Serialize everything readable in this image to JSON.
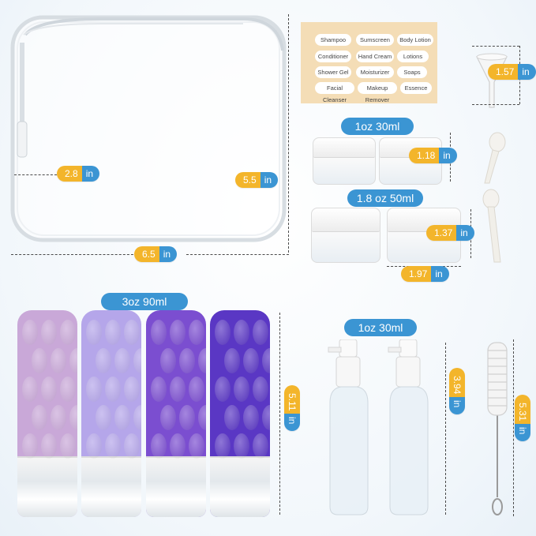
{
  "pouch": {
    "width_label": {
      "num": "6.5",
      "unit": "in"
    },
    "height_label": {
      "num": "5.5",
      "unit": "in"
    },
    "depth_label": {
      "num": "2.8",
      "unit": "in"
    }
  },
  "label_sheet": {
    "labels": [
      "Shampoo",
      "Sumscreen",
      "Body Lotion",
      "Conditioner",
      "Hand Cream",
      "Lotions",
      "Shower Gel",
      "Moisturizer",
      "Soaps",
      "Facial Cleanser",
      "Makeup Remover",
      "Essence"
    ]
  },
  "funnel": {
    "num": "1.57",
    "unit": "in"
  },
  "jars_small": {
    "title": "1oz 30ml",
    "height": {
      "num": "1.18",
      "unit": "in"
    }
  },
  "jars_large": {
    "title": "1.8 oz 50ml",
    "height": {
      "num": "1.37",
      "unit": "in"
    },
    "width": {
      "num": "1.97",
      "unit": "in"
    }
  },
  "squeeze_bottles": {
    "title": "3oz 90ml",
    "height": {
      "num": "5.11",
      "unit": "in"
    },
    "colors": [
      "#c9a8d8",
      "#b5a6ea",
      "#7b4ed0",
      "#5a37c4"
    ]
  },
  "spray_bottles": {
    "title": "1oz 30ml",
    "height": {
      "num": "3.94",
      "unit": "in"
    }
  },
  "brush": {
    "num": "5.31",
    "unit": "in"
  }
}
